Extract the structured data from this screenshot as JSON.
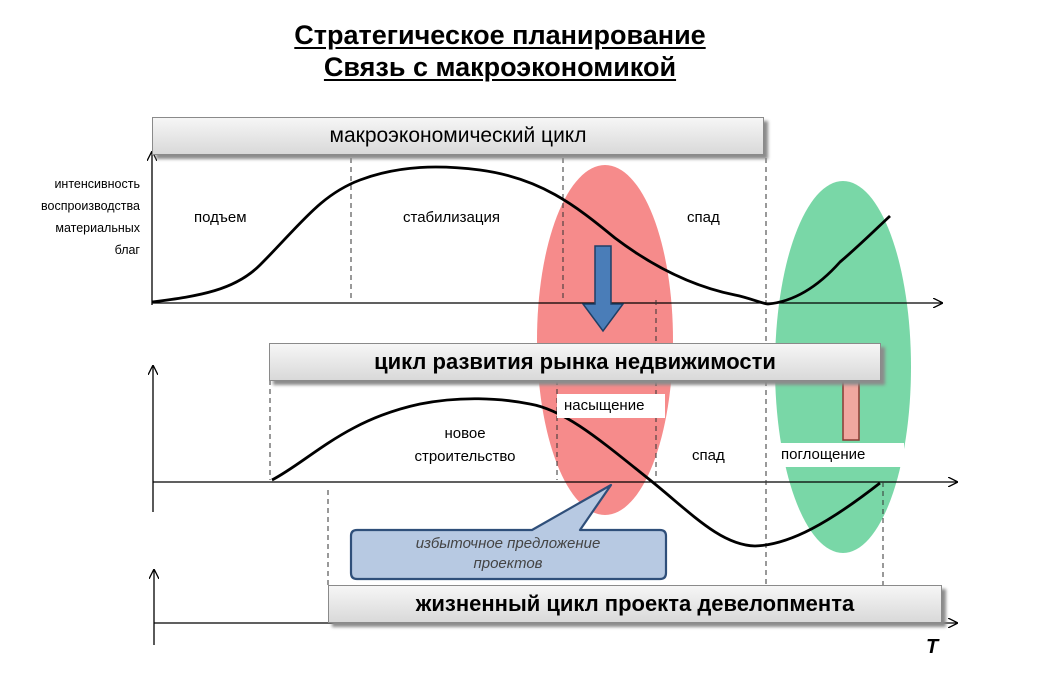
{
  "title": {
    "line1": "Стратегическое планирование",
    "line2": "Связь с макроэкономикой"
  },
  "macro": {
    "banner": "макроэкономический  цикл",
    "y_axis_label": [
      "интенсивность",
      "воспроизводства",
      "материальных",
      "благ"
    ],
    "phases": {
      "rise": "подъем",
      "stabilization": "стабилизация",
      "decline": "спад"
    }
  },
  "real_estate": {
    "banner": "цикл развития рынка недвижимости",
    "phases": {
      "new_construction": [
        "новое",
        "строительство"
      ],
      "saturation": "насыщение",
      "decline": "спад",
      "absorption": "поглощение"
    }
  },
  "callout": {
    "text": [
      "избыточное предложение",
      "проектов"
    ]
  },
  "project": {
    "banner": "жизненный  цикл проекта девелопмента"
  },
  "time_axis_label": "T",
  "colors": {
    "red_ellipse": "#f47272",
    "green_ellipse": "#4cc98a",
    "down_arrow": "#4a7db8",
    "up_arrow": "#f0a8a0",
    "callout_fill": "#b7c9e2",
    "callout_border": "#2f4f7a"
  },
  "icons": {
    "down_arrow": "arrow-down-icon",
    "up_arrow": "arrow-up-icon"
  }
}
